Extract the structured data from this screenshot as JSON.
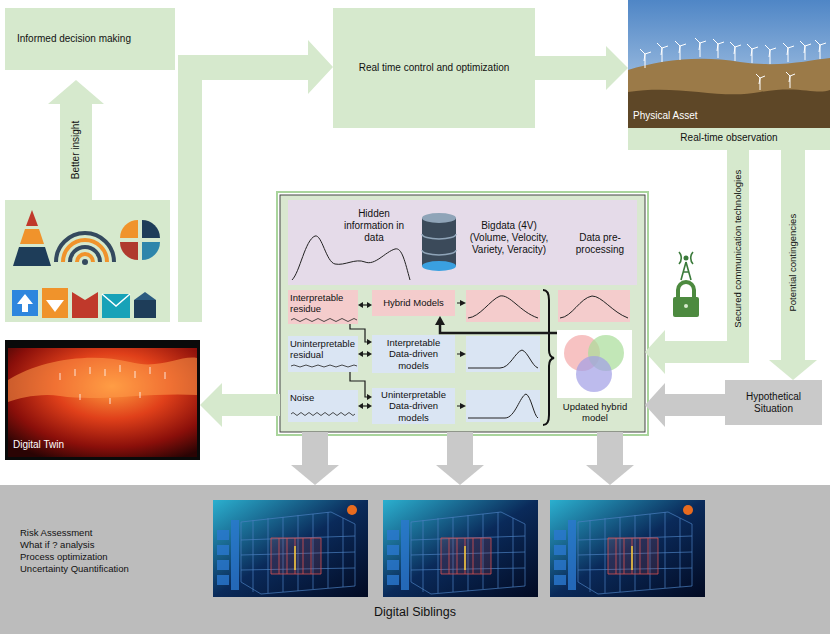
{
  "diagram": {
    "nodes": [
      {
        "text": [
          "Informed decision making"
        ]
      },
      {
        "text": [
          "Real time control and optimization"
        ]
      },
      {
        "text": [
          "Physical Asset",
          "Real-time observation"
        ]
      },
      {
        "text": [
          "Hypothetical Situation"
        ]
      },
      {
        "text": [
          "Digital Twin"
        ]
      },
      {
        "text": [
          "Hidden information in data",
          "Bigdata (4V) (Volume, Velocity, Variety, Veracity)",
          "Data pre-processing"
        ]
      },
      {
        "text": [
          "Interpretable residue"
        ],
        "in": 5
      },
      {
        "text": [
          "Hybrid Models"
        ],
        "in": 5
      },
      {
        "text": [
          "Uninterpretable residual"
        ],
        "in": 5
      },
      {
        "text": [
          "Interpretable Data-driven models"
        ],
        "in": 5
      },
      {
        "text": [
          "Noise"
        ],
        "in": 5
      },
      {
        "text": [
          "Uninterpretable Data-driven models"
        ],
        "in": 5
      },
      {
        "text": [
          "Updated hybrid model"
        ],
        "in": 5
      },
      {
        "text": [
          "Risk Assessment",
          "What if ? analysis",
          "Process optimization",
          "Uncertainty Quantification",
          "Digital Siblings"
        ]
      }
    ],
    "edges": [
      {
        "from": 1,
        "to": 2,
        "arrow": "to"
      },
      {
        "from": 2,
        "to": 5,
        "label": "Secured communication technologies",
        "arrow": "to"
      },
      {
        "from": 2,
        "to": 3,
        "label": "Potential contingencies",
        "arrow": "to"
      },
      {
        "from": 3,
        "to": 5,
        "arrow": "to"
      },
      {
        "from": 5,
        "to": 4,
        "arrow": "to"
      },
      {
        "from": 5,
        "to": 13,
        "arrow": "to"
      },
      {
        "from": 5,
        "to": 13,
        "arrow": "to"
      },
      {
        "from": 5,
        "to": 13,
        "arrow": "to"
      },
      {
        "from": 6,
        "to": 7,
        "arrow": "both"
      },
      {
        "from": 8,
        "to": 9,
        "arrow": "both"
      },
      {
        "from": 10,
        "to": 11,
        "arrow": "both"
      },
      {
        "from": 6,
        "to": 9,
        "arrow": "to"
      },
      {
        "from": 8,
        "to": 11,
        "arrow": "to"
      },
      {
        "from": 12,
        "to": 7,
        "arrow": "to"
      }
    ],
    "labels": [
      "Better insight"
    ]
  }
}
